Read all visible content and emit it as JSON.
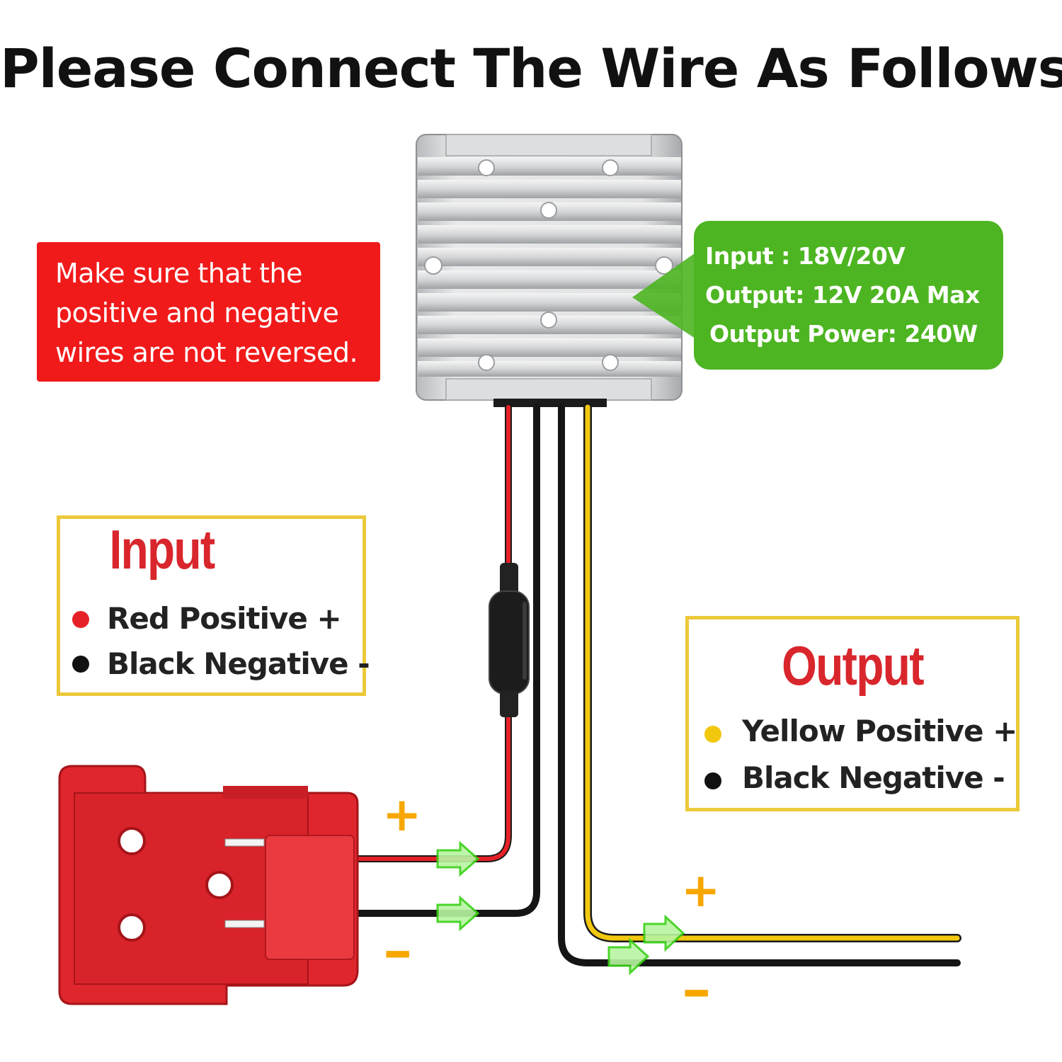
{
  "title": "Please Connect The Wire As Follows",
  "warning": {
    "lines": [
      "Make sure that the",
      "positive and negative",
      "wires are not reversed."
    ]
  },
  "specs": {
    "lines": [
      "Input : 18V/20V",
      "Output: 12V 20A Max",
      "Output Power: 240W"
    ]
  },
  "input_legend": {
    "title": "Input",
    "items": [
      {
        "label": "Red Positive +",
        "color": "#e52127"
      },
      {
        "label": "Black Negative -",
        "color": "#111111"
      }
    ]
  },
  "output_legend": {
    "title": "Output",
    "items": [
      {
        "label": "Yellow Positive +",
        "color": "#f2c80f"
      },
      {
        "label": "Black Negative -",
        "color": "#111111"
      }
    ]
  },
  "signs": {
    "plus": "+",
    "minus": "-"
  },
  "colors": {
    "warning_bg": "#f11a1a",
    "spec_bg": "#4db521",
    "legend_border": "#ecc93a",
    "legend_title": "#d8262c",
    "sign": "#f7a700",
    "adapter": "#e0262d",
    "arrow": "#4de82a"
  }
}
